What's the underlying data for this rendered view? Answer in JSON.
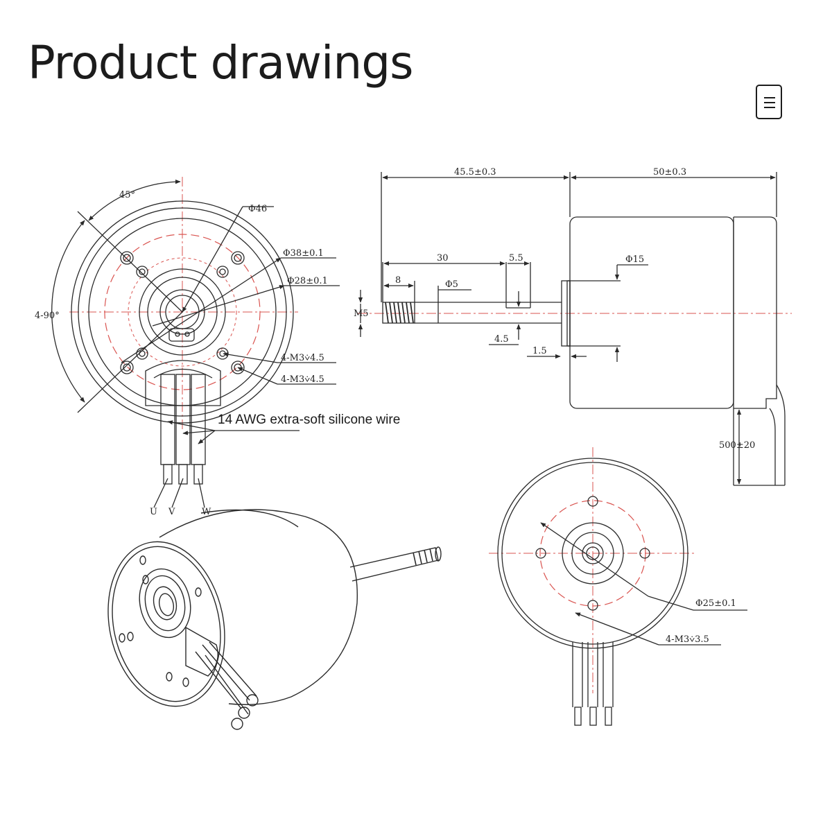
{
  "header": {
    "title": "Product drawings",
    "menu_icon": "document-list-icon"
  },
  "colors": {
    "line": "#2a2a2a",
    "center_line": "#d9534f",
    "background": "#ffffff"
  },
  "front_view": {
    "angle_top": "45°",
    "angle_side": "4-90°",
    "dia_outer": "Φ46",
    "dia_bolt_circle": "Φ38±0.1",
    "dia_hub": "Φ28±0.1",
    "screw_a": "4-M3⩒4.5",
    "screw_b": "4-M3⩒4.5",
    "wire_note": "14 AWG extra-soft silicone wire",
    "phase_u": "U",
    "phase_v": "V",
    "phase_w": "W"
  },
  "side_view": {
    "len_shaft": "45.5±0.3",
    "len_body": "50±0.3",
    "len_shaft_to_flat": "30",
    "flat_width": "5.5",
    "thread_len": "8",
    "dia_shaft": "Φ5",
    "thread": "M5",
    "dia_boss": "Φ15",
    "flat_depth": "4.5",
    "boss_len": "1.5",
    "wire_len": "500±20"
  },
  "rear_view": {
    "dia_bolt_circle": "Φ25±0.1",
    "screw": "4-M3⩒3.5"
  }
}
